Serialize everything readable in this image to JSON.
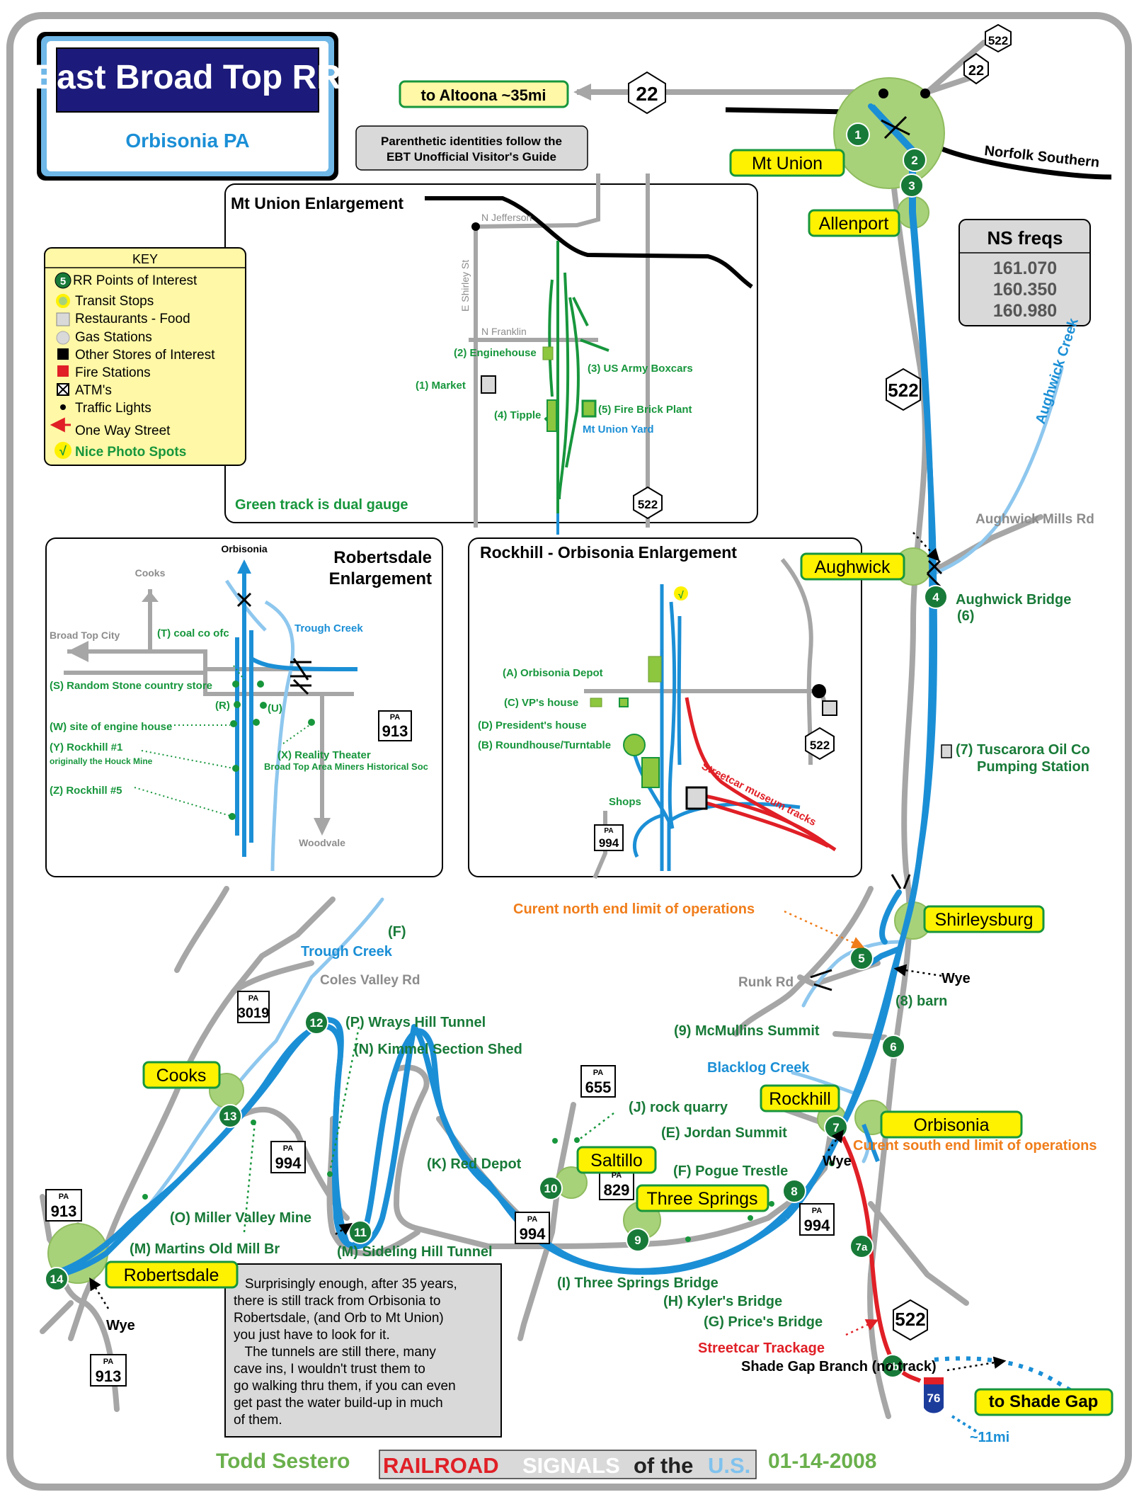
{
  "title": {
    "main": "East Broad Top RR",
    "sub": "Orbisonia PA"
  },
  "note_guide": [
    "Parenthetic identities follow the",
    "EBT Unofficial Visitor's Guide"
  ],
  "key": {
    "heading": "KEY",
    "items": [
      {
        "marker": "5",
        "label": "RR Points of Interest"
      },
      {
        "label": "Transit Stops"
      },
      {
        "label": "Restaurants - Food"
      },
      {
        "label": "Gas Stations"
      },
      {
        "label": "Other Stores of Interest"
      },
      {
        "label": "Fire Stations"
      },
      {
        "label": "ATM's"
      },
      {
        "label": "Traffic Lights"
      },
      {
        "label": "One Way Street"
      },
      {
        "marker": "√",
        "label": "Nice Photo Spots"
      }
    ]
  },
  "ns_freqs": {
    "title": "NS freqs",
    "values": [
      "161.070",
      "160.350",
      "160.980"
    ]
  },
  "routes": {
    "to_altoona": "to Altoona ~35mi",
    "us22": "22",
    "us22b": "22",
    "us522": "522",
    "us522b": "522",
    "us522c": "522",
    "us522d": "522",
    "i76": "76",
    "to_shade_gap": "to Shade Gap",
    "i76_dist": "~11mi",
    "norfolk_southern": "Norfolk Southern"
  },
  "stops": {
    "mt_union": "Mt Union",
    "allenport": "Allenport",
    "aughwick": "Aughwick",
    "shirleysburg": "Shirleysburg",
    "rockhill": "Rockhill",
    "orbisonia": "Orbisonia",
    "saltillo": "Saltillo",
    "three_springs": "Three Springs",
    "cooks": "Cooks",
    "robertsdale": "Robertsdale"
  },
  "points": [
    "1",
    "2",
    "3",
    "4",
    "5",
    "6",
    "7",
    "7a",
    "7b",
    "8",
    "9",
    "10",
    "11",
    "12",
    "13",
    "14"
  ],
  "labels": {
    "aughwick_creek": "Aughwick Creek",
    "aughwick_mills_rd": "Aughwick Mills Rd",
    "aughwick_bridge": "Aughwick Bridge",
    "aughwick_bridge_num": "(6)",
    "tuscarora_1": "(7) Tuscarora Oil Co",
    "tuscarora_2": "Pumping Station",
    "north_limit": "Curent north end limit of operations",
    "south_limit": "Curent south end limit of operations",
    "wye": "Wye",
    "runk_rd": "Runk Rd",
    "barn": "(8) barn",
    "mcmullins": "(9) McMullins Summit",
    "blacklog": "Blacklog Creek",
    "jordan": "(E) Jordan Summit",
    "pogue": "(F) Pogue Trestle",
    "rock_quarry": "(J) rock quarry",
    "red_depot": "(K) Red Depot",
    "three_springs_bridge": "(I) Three Springs Bridge",
    "kylers": "(H) Kyler's Bridge",
    "prices": "(G) Price's Bridge",
    "streetcar_trackage": "Streetcar Trackage",
    "shade_gap_branch": "Shade Gap Branch (no track)",
    "trough_creek_f": "(F)",
    "trough_creek": "Trough Creek",
    "coles_valley": "Coles Valley Rd",
    "wrays_hill": "(P) Wrays Hill Tunnel",
    "kimmel": "(N) Kimmel Section Shed",
    "miller_valley": "(O) Miller Valley Mine",
    "sideling_hill": "(M) Sideling Hill Tunnel",
    "martins": "(M) Martins Old Mill Br",
    "pa": "PA",
    "pa3019": "3019",
    "pa994a": "994",
    "pa994b": "994",
    "pa994c": "994",
    "pa994d": "994",
    "pa655": "655",
    "pa829": "829",
    "pa913a": "913",
    "pa913b": "913",
    "pa913c": "913"
  },
  "mt_union_enl": {
    "title": "Mt Union Enlargement",
    "n_jefferson": "N Jefferson",
    "e_shirley": "E Shirley St",
    "n_franklin": "N Franklin",
    "enginehouse": "(2) Enginehouse",
    "boxcars": "(3) US Army Boxcars",
    "market": "(1) Market",
    "tipple": "(4) Tipple",
    "fire_brick": "(5) Fire Brick Plant",
    "yard": "Mt Union Yard",
    "us522": "522",
    "green_note": "Green track is dual gauge"
  },
  "robertsdale_enl": {
    "title1": "Robertsdale",
    "title2": "Enlargement",
    "orbisonia": "Orbisonia",
    "cooks": "Cooks",
    "broad_top_city": "Broad Top City",
    "coal_co": "(T) coal co ofc",
    "trough_creek": "Trough Creek",
    "random_stone": "(S) Random Stone country store",
    "r": "(R)",
    "u": "(U)",
    "engine_house": "(W) site of engine house",
    "rockhill1": "(Y) Rockhill #1",
    "houck": "originally the Houck Mine",
    "rockhill5": "(Z) Rockhill #5",
    "reality": "(X) Reality Theater",
    "miners": "Broad Top Area Miners Historical Soc",
    "woodvale": "Woodvale",
    "pa": "PA",
    "pa913": "913"
  },
  "rockhill_enl": {
    "title": "Rockhill - Orbisonia Enlargement",
    "depot": "(A) Orbisonia Depot",
    "vp": "(C) VP's house",
    "president": "(D) President's house",
    "roundhouse": "(B) Roundhouse/Turntable",
    "shops": "Shops",
    "streetcar": "Streetcar museum tracks",
    "us522": "522",
    "pa": "PA",
    "pa994": "994",
    "photo": "√"
  },
  "note_box": [
    "   Surprisingly enough, after 35 years,",
    "there is still track from Orbisonia to",
    "Robertsdale, (and Orb to Mt Union)",
    "you just have to look for it.",
    "   The tunnels are still there, many",
    "cave ins, I wouldn't trust them to",
    "go walking thru them, if you can even",
    "get past the water build-up in much",
    "of them."
  ],
  "footer": {
    "author": "Todd Sestero",
    "rr": "RAILROAD",
    "signals": "SIGNALS",
    "ofthe": "of the",
    "us": "U.S.",
    "date": "01-14-2008"
  },
  "colors": {
    "track": "#1b8fd6",
    "road": "#a6a6a6",
    "poi": "#187a38",
    "stop_fill": "#a8d27a",
    "label_fill": "#fff200",
    "enl_green": "#17963c",
    "streetcar": "#e01f26",
    "orange": "#f07d1a",
    "title_bg": "#1c1a7a",
    "title_border": "#6fb8e8"
  }
}
